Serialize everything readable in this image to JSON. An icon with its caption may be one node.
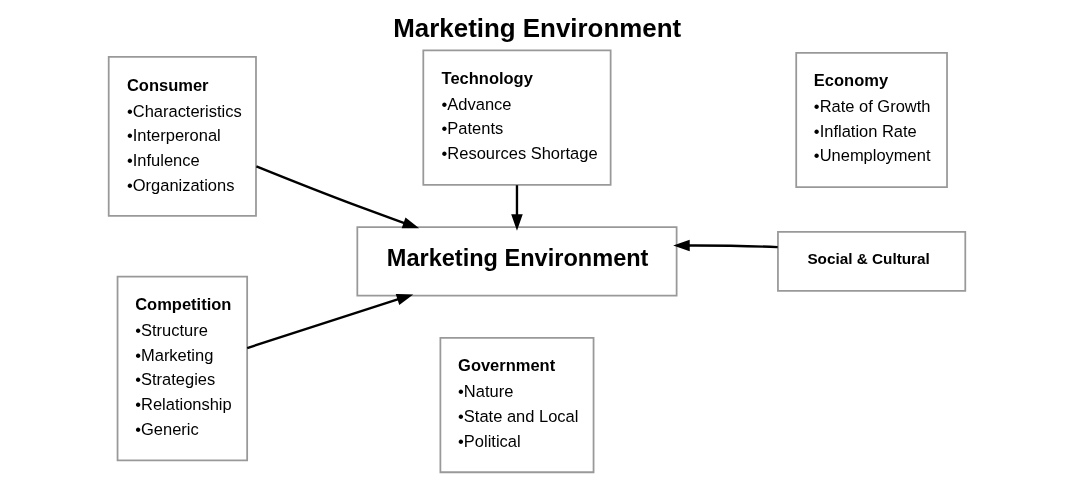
{
  "diagram": {
    "title": "Marketing Environment",
    "nodes": [
      {
        "text": [
          "Consumer",
          "•Characteristics",
          "•Interperonal",
          "•Infulence",
          "•Organizations"
        ]
      },
      {
        "text": [
          "Technology",
          "•Advance",
          "•Patents",
          "•Resources Shortage"
        ]
      },
      {
        "text": [
          "Economy",
          "•Rate of Growth",
          "•Inflation Rate",
          "•Unemployment"
        ]
      },
      {
        "text": [
          "Marketing Environment"
        ]
      },
      {
        "text": [
          "Competition",
          "•Structure",
          "•Marketing",
          "•Strategies",
          "•Relationship",
          "•Generic"
        ]
      },
      {
        "text": [
          "Government",
          "•Nature",
          "•State and Local",
          "•Political"
        ]
      },
      {
        "text": [
          "Social & Cultural"
        ]
      }
    ],
    "edges": [
      {
        "from": 0,
        "to": 3,
        "arrow": "to"
      },
      {
        "from": 4,
        "to": 3,
        "arrow": "to"
      },
      {
        "from": 1,
        "to": 3,
        "arrow": "to"
      },
      {
        "from": 6,
        "to": 3,
        "arrow": "to"
      }
    ]
  }
}
